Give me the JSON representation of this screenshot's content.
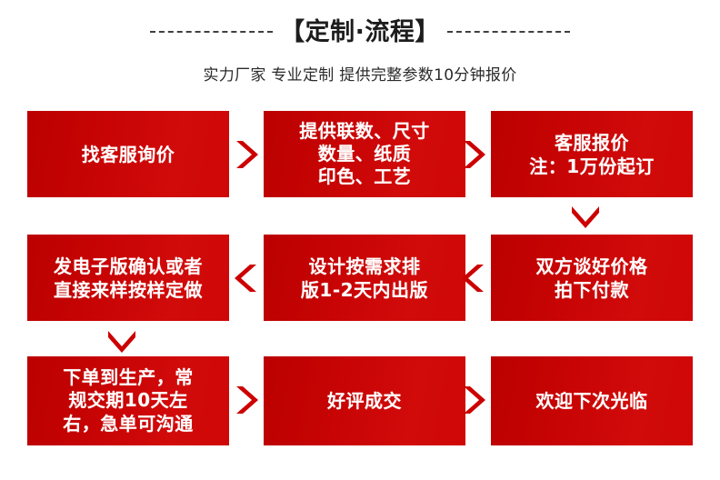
{
  "header": {
    "title": "【定制·流程】",
    "subtitle": "实力厂家 专业定制 提供完整参数10分钟报价",
    "left_rule": "dashed-rule",
    "right_rule": "dashed-rule"
  },
  "theme": {
    "accent_red": "#c80404",
    "box_text_color": "#ffffff",
    "background": "#ffffff",
    "title_color": "#1d1d1d"
  },
  "flow": {
    "steps": [
      {
        "id": "step-1",
        "row": 1,
        "col": 1,
        "text": "找客服询价"
      },
      {
        "id": "step-2",
        "row": 1,
        "col": 2,
        "text": "提供联数、尺寸\n数量、纸质\n印色、工艺"
      },
      {
        "id": "step-3",
        "row": 1,
        "col": 3,
        "text": "客服报价\n注：1万份起订"
      },
      {
        "id": "step-4",
        "row": 2,
        "col": 3,
        "text": "双方谈好价格\n拍下付款"
      },
      {
        "id": "step-5",
        "row": 2,
        "col": 2,
        "text": "设计按需求排\n版1-2天内出版"
      },
      {
        "id": "step-6",
        "row": 2,
        "col": 1,
        "text": "发电子版确认或者\n直接来样按样定做"
      },
      {
        "id": "step-7",
        "row": 3,
        "col": 1,
        "text": "下单到生产，常\n规交期10天左\n右，急单可沟通"
      },
      {
        "id": "step-8",
        "row": 3,
        "col": 2,
        "text": "好评成交"
      },
      {
        "id": "step-9",
        "row": 3,
        "col": 3,
        "text": "欢迎下次光临"
      }
    ],
    "connectors": [
      {
        "id": "arrow-1to2",
        "direction": "right"
      },
      {
        "id": "arrow-2to3",
        "direction": "right"
      },
      {
        "id": "arrow-3to4",
        "direction": "down"
      },
      {
        "id": "arrow-4to5",
        "direction": "left"
      },
      {
        "id": "arrow-5to6",
        "direction": "left"
      },
      {
        "id": "arrow-6to7",
        "direction": "down"
      },
      {
        "id": "arrow-7to8",
        "direction": "right"
      },
      {
        "id": "arrow-8to9",
        "direction": "right"
      }
    ]
  }
}
